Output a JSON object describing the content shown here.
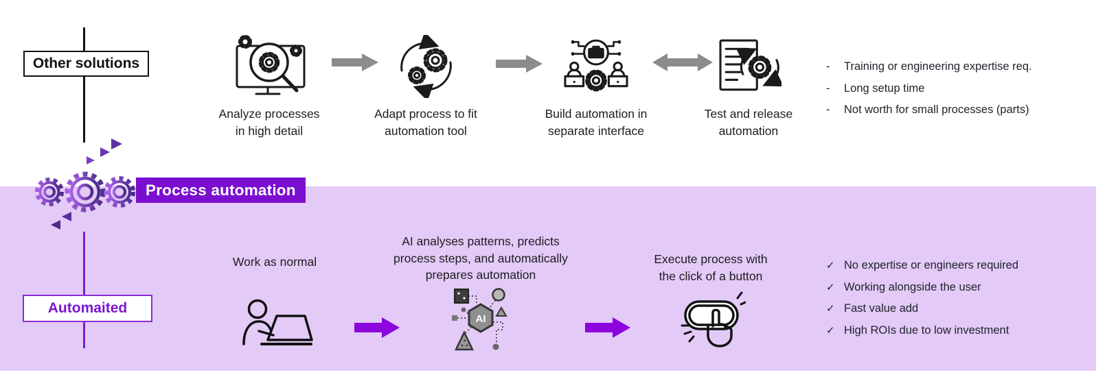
{
  "colors": {
    "band": "#e3caf7",
    "banner": "#7b0fd0",
    "accent_arrow": "#8b05dc",
    "gray_arrow": "#8c8c8c",
    "automaited_text": "#7a16ce",
    "ink": "#1d1d1f"
  },
  "other_solutions": {
    "label": "Other solutions",
    "steps": [
      {
        "icon": "analyze-processes-icon",
        "lines": [
          "Analyze processes",
          "in high detail"
        ]
      },
      {
        "icon": "adapt-process-icon",
        "lines": [
          "Adapt process to fit",
          "automation tool"
        ]
      },
      {
        "icon": "build-automation-icon",
        "lines": [
          "Build automation in",
          "separate interface"
        ]
      },
      {
        "icon": "test-release-icon",
        "lines": [
          "Test and release",
          "automation"
        ]
      }
    ],
    "cons_marker": "-",
    "cons": [
      "Training or engineering expertise req.",
      "Long setup time",
      "Not worth for small processes (parts)"
    ]
  },
  "process_automation": {
    "banner": "Process automation",
    "label": "Automaited",
    "steps": [
      {
        "icon": "work-as-normal-icon",
        "lines": [
          "Work as normal"
        ]
      },
      {
        "icon": "ai-analysis-icon",
        "lines": [
          "AI analyses patterns, predicts",
          "process steps, and automatically",
          "prepares automation"
        ]
      },
      {
        "icon": "click-button-icon",
        "lines": [
          "Execute process with",
          "the click of a button"
        ]
      }
    ],
    "pros_marker": "✓",
    "pros": [
      "No expertise or engineers required",
      "Working alongside the user",
      "Fast value add",
      "High ROIs due to low investment"
    ]
  }
}
